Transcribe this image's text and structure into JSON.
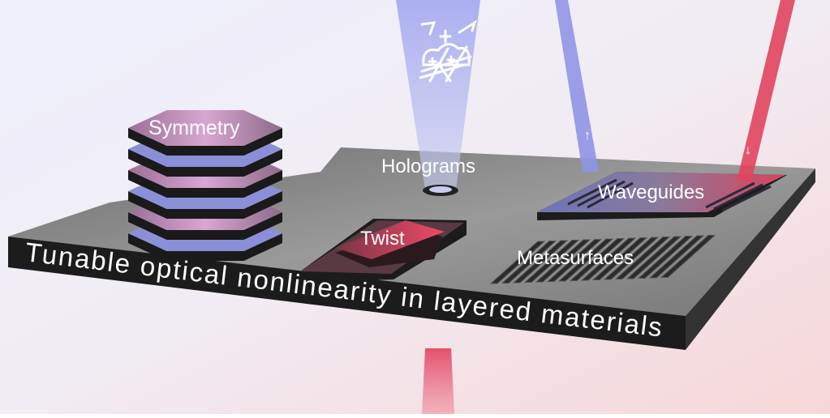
{
  "labels": {
    "symmetry": "Symmetry",
    "holograms": "Holograms",
    "waveguides": "Waveguides",
    "twist": "Twist",
    "metasurfaces": "Metasurfaces",
    "title": "Tunable optical nonlinearity in layered materials"
  },
  "arrows": {
    "up": "↑",
    "down": "↓"
  },
  "icons": [
    "crown-logo-icon"
  ],
  "colors": {
    "blue_beam": "#8f95e6",
    "red_beam": "#e0455e",
    "slab_top": "#7a7a7a",
    "slab_side": "#1e1e1e"
  }
}
